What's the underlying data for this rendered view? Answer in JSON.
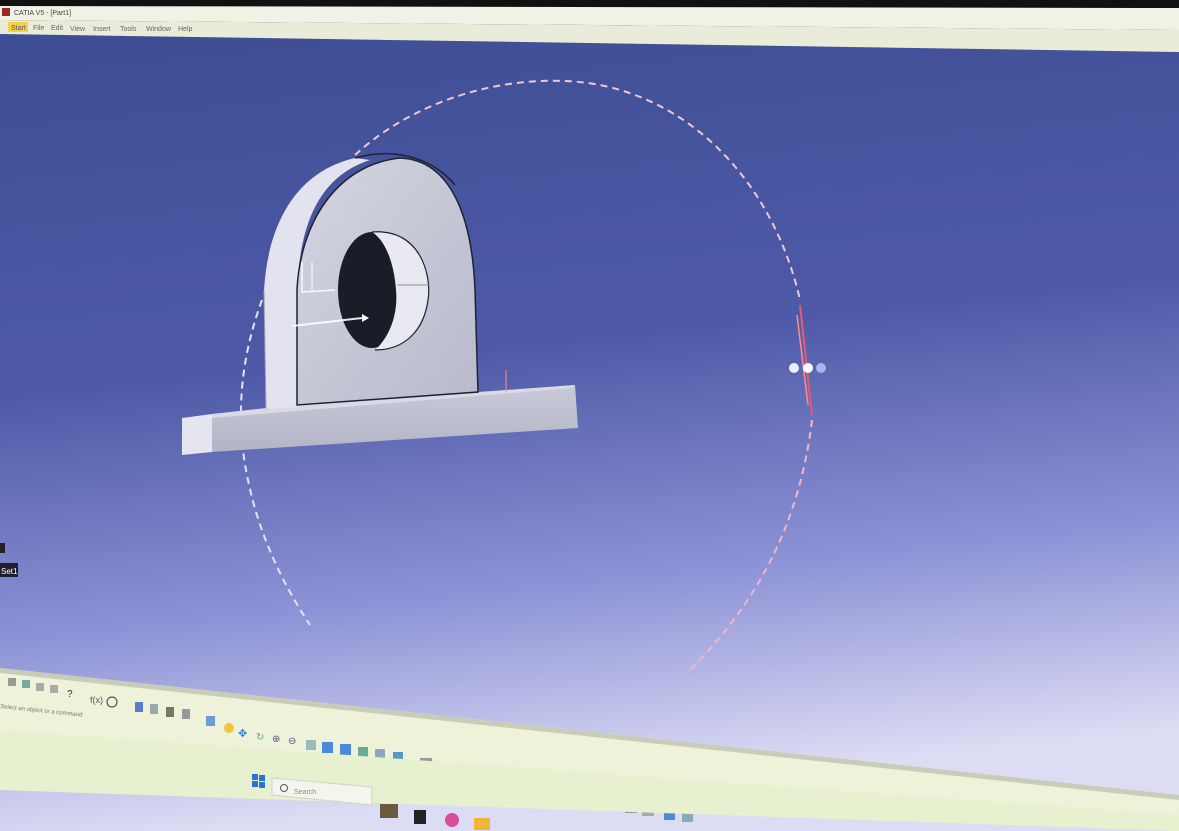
{
  "window": {
    "title": "CATIA V5 - [Part1]"
  },
  "menu": {
    "items": [
      {
        "label": "Start"
      },
      {
        "label": "File"
      },
      {
        "label": "Edit"
      },
      {
        "label": "View"
      },
      {
        "label": "Insert"
      },
      {
        "label": "Tools"
      },
      {
        "label": "Window"
      },
      {
        "label": "Help"
      }
    ]
  },
  "viewport": {
    "background_top": "#3f4f96",
    "background_bottom": "#c9cbf0",
    "part_color": "#c8cad8",
    "side_labels": [
      "Set1"
    ]
  },
  "status": {
    "text": "Select an object or a command"
  },
  "taskbar": {
    "search_placeholder": "Search"
  }
}
